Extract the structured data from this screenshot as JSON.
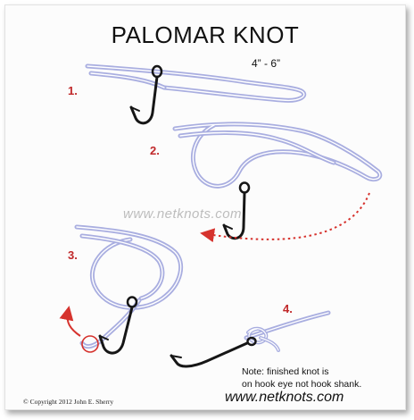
{
  "title": "PALOMAR KNOT",
  "measure_label": "4” - 6”",
  "watermark": "www.netknots.com",
  "steps": [
    {
      "number": "1."
    },
    {
      "number": "2."
    },
    {
      "number": "3."
    },
    {
      "number": "4."
    }
  ],
  "note": {
    "line1": "Note: finished knot is",
    "line2": "on hook eye not hook shank."
  },
  "copyright": "©  Copyright  2012  John E. Sherry",
  "site_url": "www.netknots.com",
  "colors": {
    "line": "#a9aee0",
    "line_highlight": "#ffffff",
    "hook": "#161616",
    "step_number": "#c0282a",
    "arrow": "#d6332e"
  }
}
